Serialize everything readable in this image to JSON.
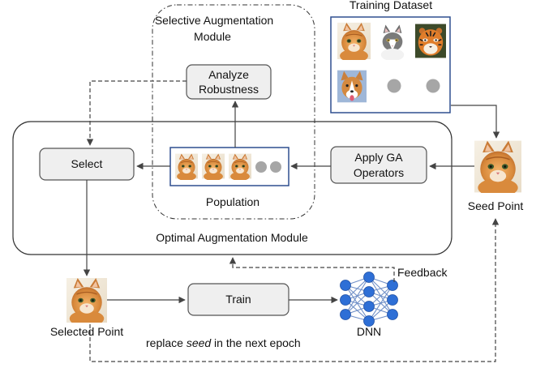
{
  "labels": {
    "selective_module": [
      "Selective Augmentation",
      "Module"
    ],
    "training_dataset": "Training Dataset",
    "analyze": [
      "Analyze",
      "Robustness"
    ],
    "select": "Select",
    "apply_ga": [
      "Apply GA",
      "Operators"
    ],
    "population": "Population",
    "optimal_module": "Optimal Augmentation Module",
    "seed_point": "Seed Point",
    "feedback": "Feedback",
    "train": "Train",
    "selected_point": "Selected Point",
    "replace_prefix": "replace ",
    "replace_italic": "seed",
    "replace_suffix": " in the next epoch",
    "dnn": "DNN"
  },
  "images": {
    "dataset": [
      "cat-photo",
      "grey-white-cat-photo",
      "tiger-photo",
      "dog-photo"
    ],
    "population": [
      "cat-photo",
      "cat-photo",
      "cat-photo"
    ],
    "seed": "cat-photo",
    "selected": "cat-photo"
  },
  "colors": {
    "blue_border": "#2f4f8f",
    "box_fill": "#efefef",
    "box_stroke": "#555555",
    "dnn_node": "#2e6fd6",
    "dnn_edge": "#6f8fc7",
    "dot_grey": "#a6a6a6"
  }
}
